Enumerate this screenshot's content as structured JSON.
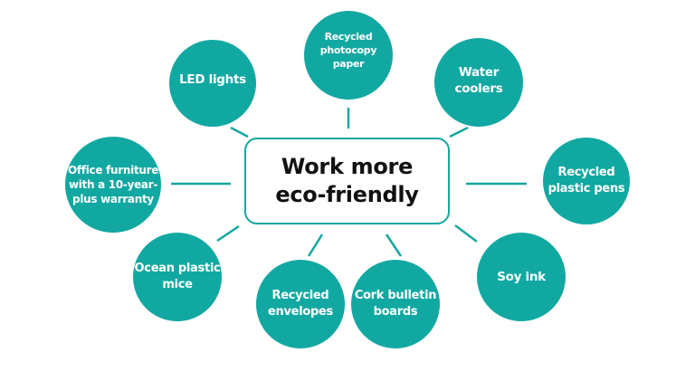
{
  "colors": {
    "teal": "#12A8A2",
    "border": "#14A7A0",
    "text_dark": "#111111",
    "text_light": "#FFFFFF",
    "background": "#FFFFFF"
  },
  "center": {
    "title": "Work more\neco-friendly"
  },
  "nodes": [
    {
      "id": "photocopy-paper",
      "label": "Recycled\nphotocopy paper"
    },
    {
      "id": "led-lights",
      "label": "LED lights"
    },
    {
      "id": "water-coolers",
      "label": "Water coolers"
    },
    {
      "id": "office-furniture",
      "label": "Office furniture\nwith a 10-year-\nplus warranty"
    },
    {
      "id": "plastic-pens",
      "label": "Recycled\nplastic pens"
    },
    {
      "id": "ocean-plastic-mice",
      "label": "Ocean plastic\nmice"
    },
    {
      "id": "recycled-envelopes",
      "label": "Recycled\nenvelopes"
    },
    {
      "id": "cork-bulletin-boards",
      "label": "Cork bulletin\nboards"
    },
    {
      "id": "soy-ink",
      "label": "Soy ink"
    }
  ]
}
